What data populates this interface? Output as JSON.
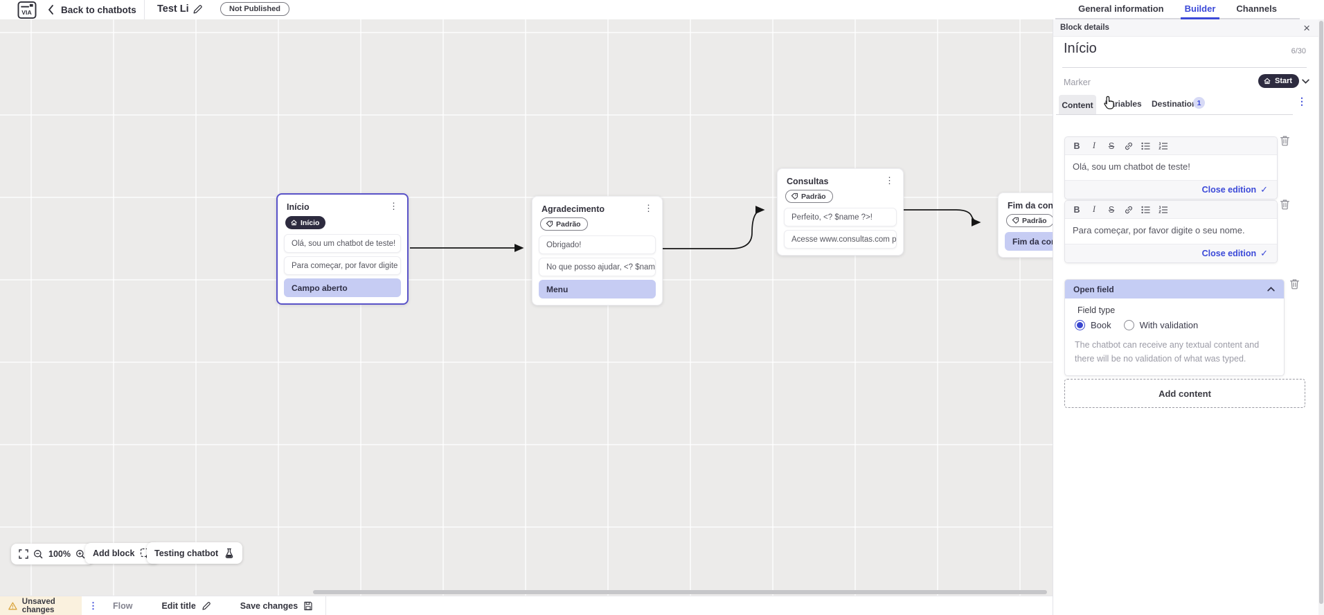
{
  "topbar": {
    "back_label": "Back to chatbots",
    "bot_title": "Test Li",
    "status_badge": "Not Published",
    "tabs": [
      {
        "label": "General information"
      },
      {
        "label": "Builder"
      },
      {
        "label": "Channels"
      }
    ]
  },
  "canvas": {
    "blocks": [
      {
        "title": "Início",
        "badge": "Início",
        "rows": [
          {
            "text": "Olá, sou um chatbot de teste!"
          },
          {
            "text": "Para começar, por favor digite o ..."
          },
          {
            "text": "Campo aberto"
          }
        ]
      },
      {
        "title": "Agradecimento",
        "badge": "Padrão",
        "rows": [
          {
            "text": "Obrigado!"
          },
          {
            "text": "No que posso ajudar, <? $name ..."
          },
          {
            "text": "Menu"
          }
        ]
      },
      {
        "title": "Consultas",
        "badge": "Padrão",
        "rows": [
          {
            "text": "Perfeito, <? $name ?>!"
          },
          {
            "text": "Acesse www.consultas.com par..."
          }
        ]
      },
      {
        "title": "Fim da conversa",
        "badge": "Padrão",
        "rows": [
          {
            "text": "Fim da conversa"
          }
        ]
      }
    ]
  },
  "controls": {
    "zoom_level": "100%",
    "add_block": "Add block",
    "testing_chatbot": "Testing chatbot"
  },
  "statusbar": {
    "unsaved": "Unsaved changes",
    "flow": "Flow",
    "edit_title": "Edit title",
    "save": "Save changes"
  },
  "panel": {
    "header": "Block details",
    "block_name": "Início",
    "char_counter": "6/30",
    "marker_label": "Marker",
    "marker_value": "Start",
    "tabs": [
      {
        "label": "Content",
        "active": true
      },
      {
        "label": "Variables",
        "active": false
      },
      {
        "label": "Destination",
        "active": false,
        "badge": "1"
      }
    ],
    "editors": [
      {
        "text": "Olá, sou um chatbot de teste!",
        "action": "Close edition"
      },
      {
        "text": "Para começar, por favor digite o seu nome.",
        "action": "Close edition"
      }
    ],
    "open_field": {
      "title": "Open field",
      "field_type_label": "Field type",
      "options": [
        {
          "label": "Book",
          "selected": true
        },
        {
          "label": "With validation",
          "selected": false
        }
      ],
      "description": "The chatbot can receive any textual content and there will be no validation of what was typed."
    },
    "add_content": "Add content"
  },
  "colors": {
    "accent_blue": "#3B49D8",
    "dark_badge": "#2D2B3F",
    "highlight_row": "#C6CCF3",
    "selected_block_border": "#5952C8",
    "open_field_header": "#C5CDF4",
    "warning_bg": "#FAF1DE",
    "warning_icon": "#D9A43B",
    "canvas_bg": "#ECEBEA"
  }
}
